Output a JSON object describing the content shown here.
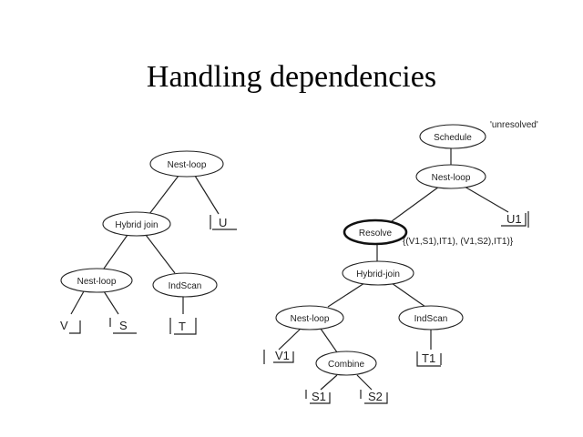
{
  "slide": {
    "title": "Handling dependencies"
  },
  "left_tree": {
    "root": "Nest-loop",
    "hybrid_join": "Hybrid join",
    "inner_nest_loop": "Nest-loop",
    "ind_scan": "IndScan",
    "leaves": {
      "u": "U",
      "v": "V",
      "s": "S",
      "t": "T"
    }
  },
  "right_tree": {
    "schedule": "Schedule",
    "schedule_note": "'unresolved'",
    "root_nest_loop": "Nest-loop",
    "resolve": "Resolve",
    "resolve_note": "{(V1,S1),IT1), (V1,S2),IT1)}",
    "hybrid_join": "Hybrid-join",
    "inner_nest_loop": "Nest-loop",
    "ind_scan": "IndScan",
    "combine": "Combine",
    "leaves": {
      "u1": "U1",
      "v1": "V1",
      "t1": "T1",
      "s1": "S1",
      "s2": "S2"
    }
  }
}
